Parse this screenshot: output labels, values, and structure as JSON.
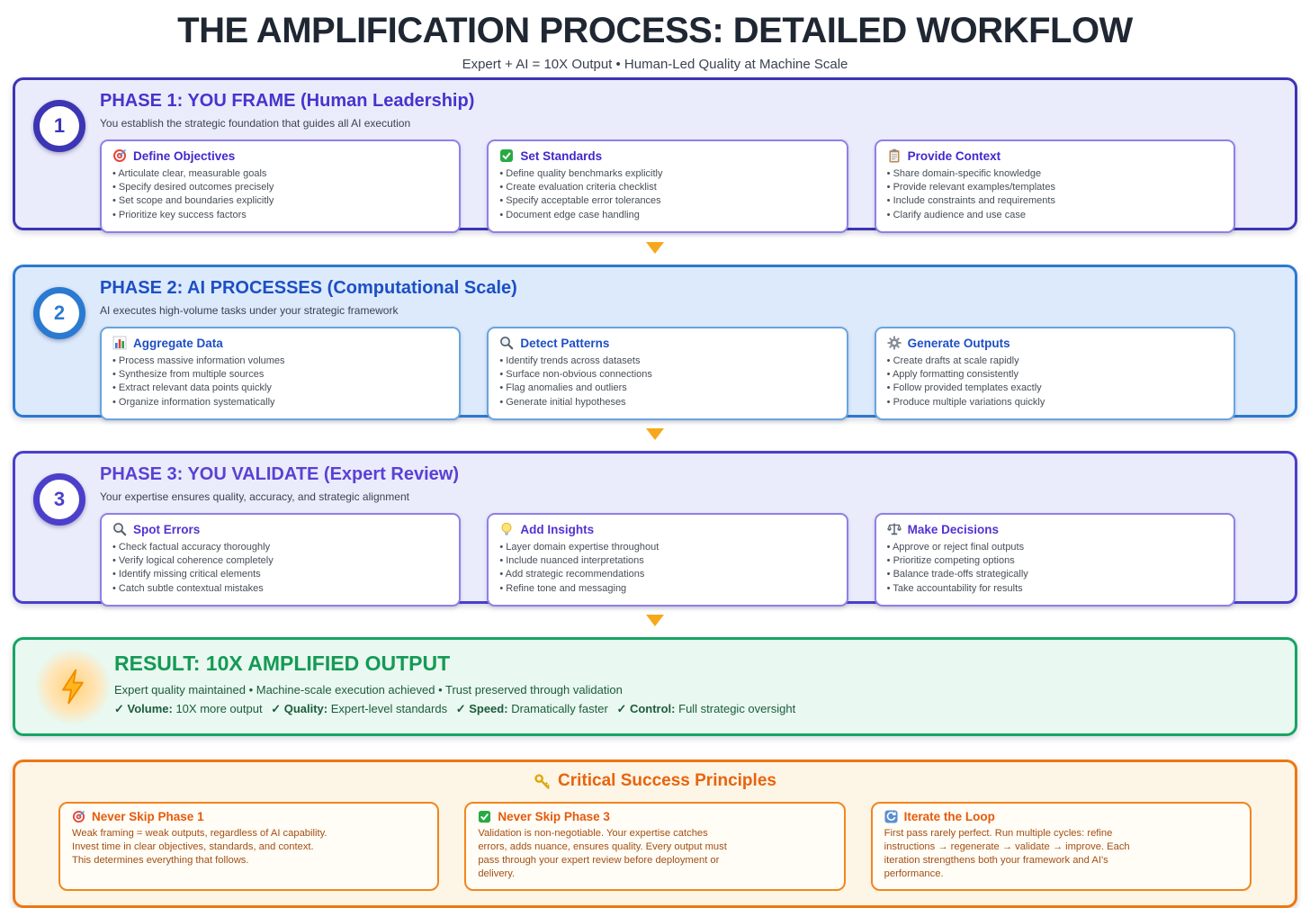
{
  "palette": {
    "page_bg": "#ffffff",
    "title": "#1f2733",
    "subtitle": "#3b4250",
    "text": "#474d57",
    "arrow": "#f6a81c",
    "p1_bg": "#ebecfb",
    "p1_border": "#3c35b4",
    "p1_title": "#4534cd",
    "p1_card_border": "#8d80e8",
    "p1_card_title": "#4328cc",
    "p2_bg": "#dceafc",
    "p2_border": "#2b7ad1",
    "p2_title": "#1d4fc4",
    "p2_card_border": "#6aa4de",
    "p2_card_title": "#1d4fc4",
    "p3_bg": "#ebecfb",
    "p3_border": "#4b3fcb",
    "p3_title": "#5742d4",
    "p3_card_border": "#8d80e8",
    "p3_card_title": "#5232d2",
    "result_bg": "#e9f8f0",
    "result_border": "#16a563",
    "result_title": "#149a55",
    "result_text": "#1c5c3c",
    "princ_bg": "#fdf5e6",
    "princ_border": "#ee7712",
    "princ_title": "#e8640c",
    "princ_card_border": "#f0861f",
    "princ_card_title": "#e55a0c",
    "princ_body": "#a34e16"
  },
  "header": {
    "title": "THE AMPLIFICATION PROCESS: DETAILED WORKFLOW",
    "subtitle": "Expert + AI = 10X Output • Human-Led Quality at Machine Scale"
  },
  "phases": [
    {
      "number": "1",
      "title": "PHASE 1: YOU FRAME (Human Leadership)",
      "subtitle": "You establish the strategic foundation that guides all AI execution",
      "cards": [
        {
          "icon": "target-icon",
          "title": "Define Objectives",
          "bullets": [
            "Articulate clear, measurable goals",
            "Specify desired outcomes precisely",
            "Set scope and boundaries explicitly",
            "Prioritize key success factors"
          ]
        },
        {
          "icon": "check-icon",
          "title": "Set Standards",
          "bullets": [
            "Define quality benchmarks explicitly",
            "Create evaluation criteria checklist",
            "Specify acceptable error tolerances",
            "Document edge case handling"
          ]
        },
        {
          "icon": "clipboard-icon",
          "title": "Provide Context",
          "bullets": [
            "Share domain-specific knowledge",
            "Provide relevant examples/templates",
            "Include constraints and requirements",
            "Clarify audience and use case"
          ]
        }
      ]
    },
    {
      "number": "2",
      "title": "PHASE 2: AI PROCESSES (Computational Scale)",
      "subtitle": "AI executes high-volume tasks under your strategic framework",
      "cards": [
        {
          "icon": "bar-chart-icon",
          "title": "Aggregate Data",
          "bullets": [
            "Process massive information volumes",
            "Synthesize from multiple sources",
            "Extract relevant data points quickly",
            "Organize information systematically"
          ]
        },
        {
          "icon": "magnifier-icon",
          "title": "Detect Patterns",
          "bullets": [
            "Identify trends across datasets",
            "Surface non-obvious connections",
            "Flag anomalies and outliers",
            "Generate initial hypotheses"
          ]
        },
        {
          "icon": "gear-icon",
          "title": "Generate Outputs",
          "bullets": [
            "Create drafts at scale rapidly",
            "Apply formatting consistently",
            "Follow provided templates exactly",
            "Produce multiple variations quickly"
          ]
        }
      ]
    },
    {
      "number": "3",
      "title": "PHASE 3: YOU VALIDATE (Expert Review)",
      "subtitle": "Your expertise ensures quality, accuracy, and strategic alignment",
      "cards": [
        {
          "icon": "magnifier-icon",
          "title": "Spot Errors",
          "bullets": [
            "Check factual accuracy thoroughly",
            "Verify logical coherence completely",
            "Identify missing critical elements",
            "Catch subtle contextual mistakes"
          ]
        },
        {
          "icon": "lightbulb-icon",
          "title": "Add Insights",
          "bullets": [
            "Layer domain expertise throughout",
            "Include nuanced interpretations",
            "Add strategic recommendations",
            "Refine tone and messaging"
          ]
        },
        {
          "icon": "scales-icon",
          "title": "Make Decisions",
          "bullets": [
            "Approve or reject final outputs",
            "Prioritize competing options",
            "Balance trade-offs strategically",
            "Take accountability for results"
          ]
        }
      ]
    }
  ],
  "result": {
    "icon": "lightning-icon",
    "title": "RESULT: 10X AMPLIFIED OUTPUT",
    "summary": "Expert quality maintained • Machine-scale execution achieved • Trust preserved through validation",
    "metrics": [
      {
        "label": "✓ Volume:",
        "value": "10X more output"
      },
      {
        "label": "✓ Quality:",
        "value": "Expert-level standards"
      },
      {
        "label": "✓ Speed:",
        "value": "Dramatically faster"
      },
      {
        "label": "✓ Control:",
        "value": "Full strategic oversight"
      }
    ]
  },
  "principles": {
    "icon": "key-icon",
    "title": "Critical Success Principles",
    "cards": [
      {
        "icon": "target-icon",
        "title": "Never Skip Phase 1",
        "body": "Weak framing = weak outputs, regardless of AI capability. Invest time in clear objectives, standards, and context. This determines everything that follows."
      },
      {
        "icon": "check-icon",
        "title": "Never Skip Phase 3",
        "body": "Validation is non-negotiable. Your expertise catches errors, adds nuance, ensures quality. Every output must pass through your expert review before deployment or delivery."
      },
      {
        "icon": "refresh-icon",
        "title": "Iterate the Loop",
        "body": "First pass rarely perfect. Run multiple cycles: refine instructions → regenerate → validate → improve. Each iteration strengthens both your framework and AI's performance."
      }
    ]
  }
}
